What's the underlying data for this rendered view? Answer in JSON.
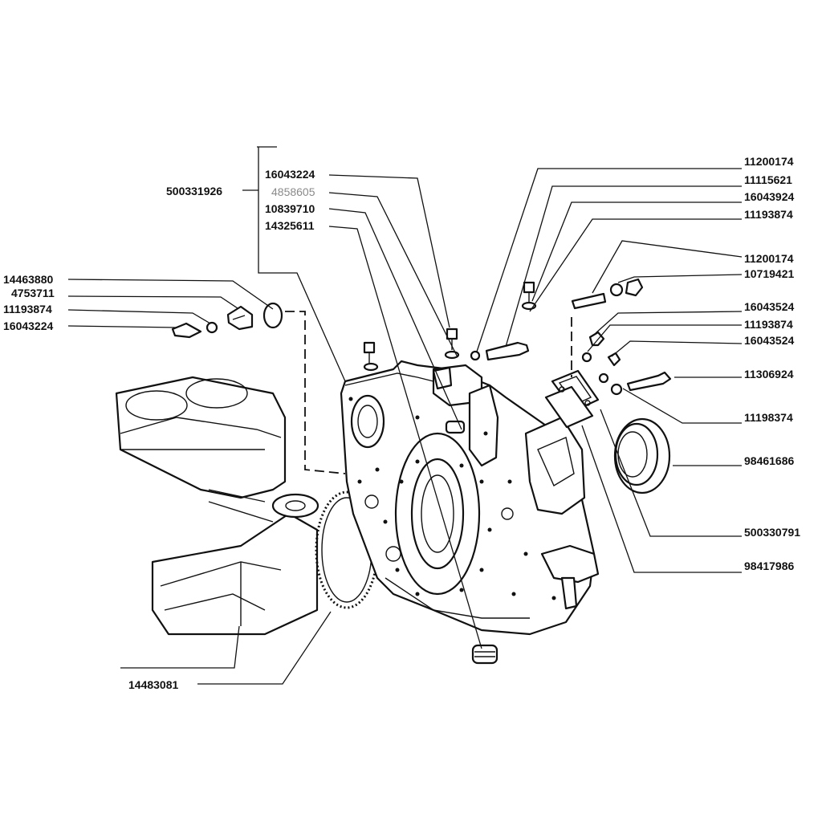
{
  "labels": {
    "group_500331926": "500331926",
    "p16043224_top": "16043224",
    "p4858605": "4858605",
    "p10839710": "10839710",
    "p14325611": "14325611",
    "p14463880": "14463880",
    "p4753711": "4753711",
    "p11193874_left": "11193874",
    "p16043224_left": "16043224",
    "p11200174_a": "11200174",
    "p11115621": "11115621",
    "p16043924": "16043924",
    "p11193874_r1": "11193874",
    "p11200174_b": "11200174",
    "p10719421": "10719421",
    "p16043524_a": "16043524",
    "p11193874_r2": "11193874",
    "p16043524_b": "16043524",
    "p11306924": "11306924",
    "p11198374": "11198374",
    "p98461686": "98461686",
    "p500330791": "500330791",
    "p98417986": "98417986",
    "p14483081": "14483081"
  }
}
